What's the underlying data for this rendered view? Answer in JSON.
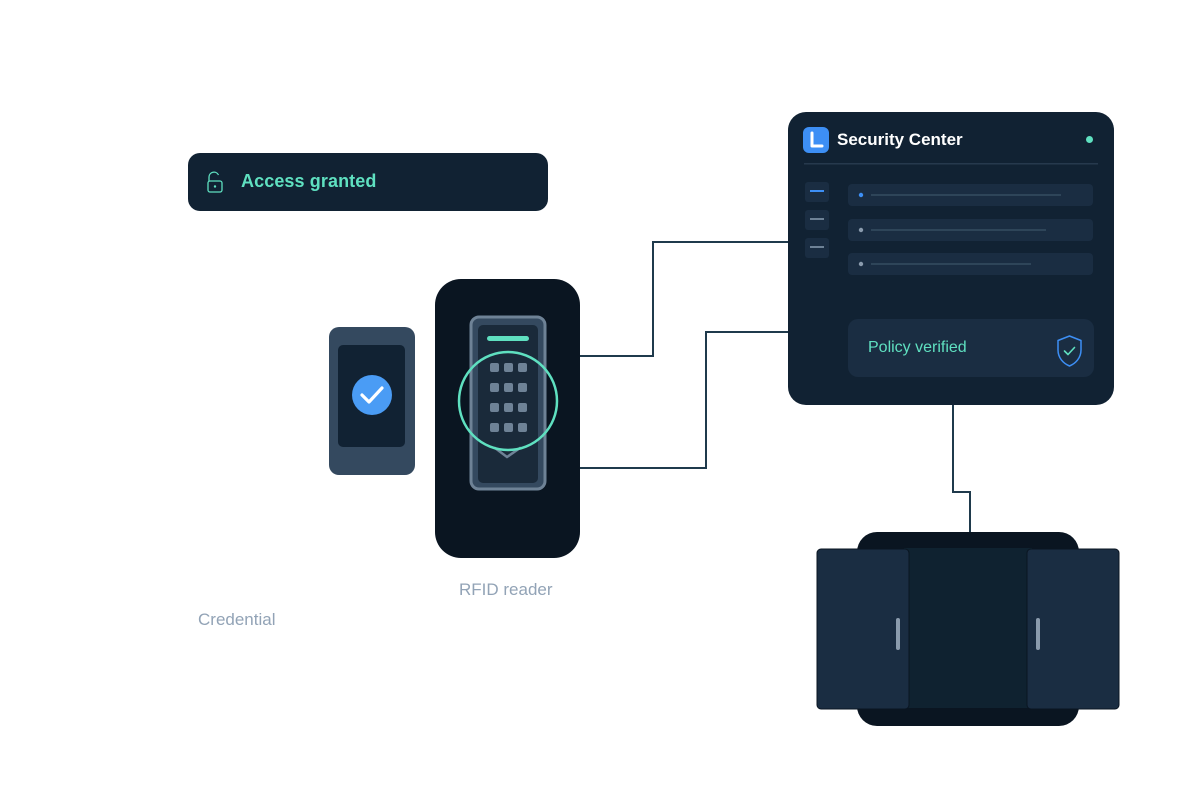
{
  "toast": {
    "label": "Access granted",
    "icon": "unlock-icon"
  },
  "credential": {
    "caption": "Credential",
    "icon": "check-circle-icon"
  },
  "reader": {
    "caption": "RFID reader",
    "icon": "scan-ring-icon"
  },
  "panel": {
    "title": "Security Center",
    "logo": "security-center-logo",
    "status_icon": "online-dot-icon",
    "policy": {
      "label": "Policy verified",
      "icon": "shield-check-icon"
    }
  },
  "door": {
    "icon": "turnstile-gate"
  },
  "colors": {
    "navy": "#112233",
    "dark": "#0a1521",
    "mint": "#5fe0c0",
    "blue": "#3d8ff5",
    "wire": "#1f3a4c",
    "caption": "#92a3b6"
  }
}
